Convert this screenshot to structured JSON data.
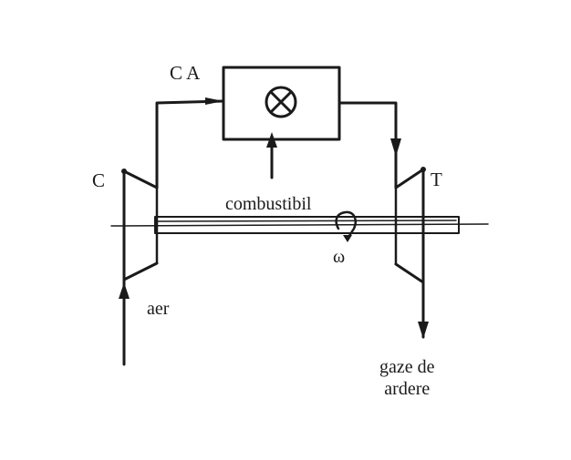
{
  "labels": {
    "ca": "C A",
    "c": "C",
    "t": "T",
    "combustibil": "combustibil",
    "omega": "ω",
    "aer": "aer",
    "exhaust_line1": "gaze de",
    "exhaust_line2": "ardere"
  },
  "colors": {
    "ink": "#1a1a1a",
    "background": "#ffffff"
  },
  "icons": [
    "burner-cross-circle-icon",
    "flow-arrow-icon",
    "rotation-arrow-icon"
  ]
}
